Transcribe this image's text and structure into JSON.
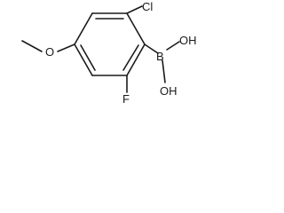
{
  "molecule": {
    "atoms": {
      "chlorine": "Cl",
      "boron": "B",
      "hydroxyl_top": "OH",
      "hydroxyl_bottom": "OH",
      "fluorine": "F",
      "ether_oxygen": "O"
    },
    "colors": {
      "bond": "#1a1a1a",
      "label": "#1a1a1a",
      "background": "#ffffff"
    }
  }
}
